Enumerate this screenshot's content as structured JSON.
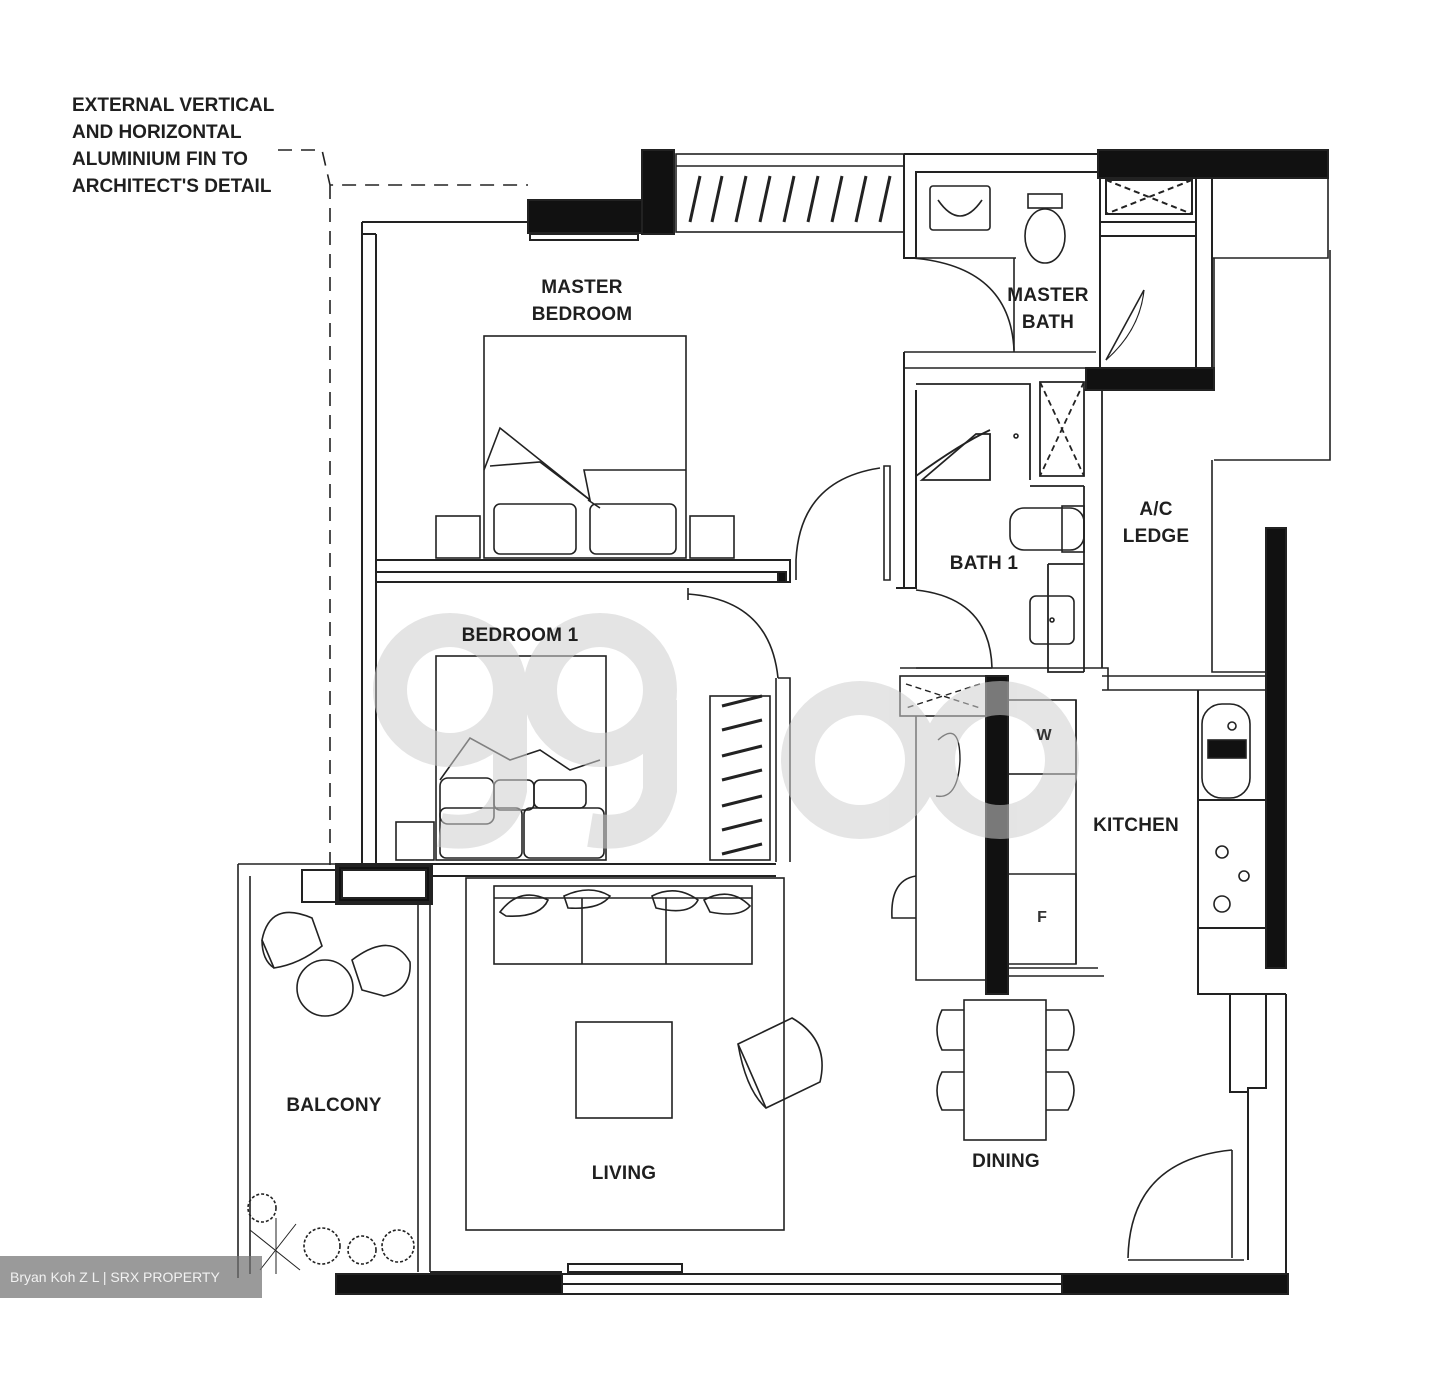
{
  "annotation": {
    "lines": [
      "EXTERNAL VERTICAL",
      "AND HORIZONTAL",
      "ALUMINIUM FIN TO",
      "ARCHITECT'S DETAIL"
    ]
  },
  "rooms": {
    "master_bedroom": [
      "MASTER",
      "BEDROOM"
    ],
    "master_bath": [
      "MASTER",
      "BATH"
    ],
    "bedroom_1": "BEDROOM 1",
    "bath_1": "BATH 1",
    "ac_ledge": [
      "A/C",
      "LEDGE"
    ],
    "kitchen": "KITCHEN",
    "balcony": "BALCONY",
    "living": "LIVING",
    "dining": "DINING"
  },
  "appliances": {
    "washer": "W",
    "fridge": "F"
  },
  "credit": "Bryan Koh Z L | SRX PROPERTY",
  "colors": {
    "wall": "#111111",
    "line": "#333333",
    "watermark": "#c8c8c8",
    "credit_bg": "#737373"
  }
}
